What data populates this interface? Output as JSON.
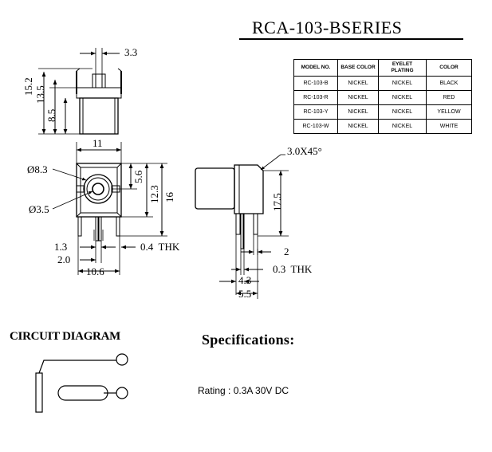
{
  "title": "RCA-103-BSERIES",
  "models": {
    "headers": [
      "MODEL NO.",
      "BASE COLOR",
      "EYELET PLATING",
      "COLOR"
    ],
    "rows": [
      [
        "RC-103-B",
        "NICKEL",
        "NICKEL",
        "BLACK"
      ],
      [
        "RC-103-R",
        "NICKEL",
        "NICKEL",
        "RED"
      ],
      [
        "RC-103-Y",
        "NICKEL",
        "NICKEL",
        "YELLOW"
      ],
      [
        "RC-103-W",
        "NICKEL",
        "NICKEL",
        "WHITE"
      ]
    ]
  },
  "dimensions": {
    "top_width": "3.3",
    "h15_2": "15.2",
    "h13_5": "13.5",
    "h8_5": "8.5",
    "w11": "11",
    "d8_3": "Ø8.3",
    "d3_5": "Ø3.5",
    "v5_6": "5.6",
    "v12_3": "12.3",
    "v16": "16",
    "w1_3": "1.3",
    "w2_0": "2.0",
    "thk_front": "0.4  THK",
    "w10_6": "10.6",
    "chamfer": "3.0X45°",
    "h17_5": "17.5",
    "side_2": "2",
    "thk_side": "0.3  THK",
    "w4_3": "4.3",
    "w5_5": "5.5"
  },
  "circuit": {
    "title": "CIRCUIT DIAGRAM"
  },
  "specs": {
    "title": "Specifications:",
    "rating": "Rating : 0.3A 30V DC"
  }
}
